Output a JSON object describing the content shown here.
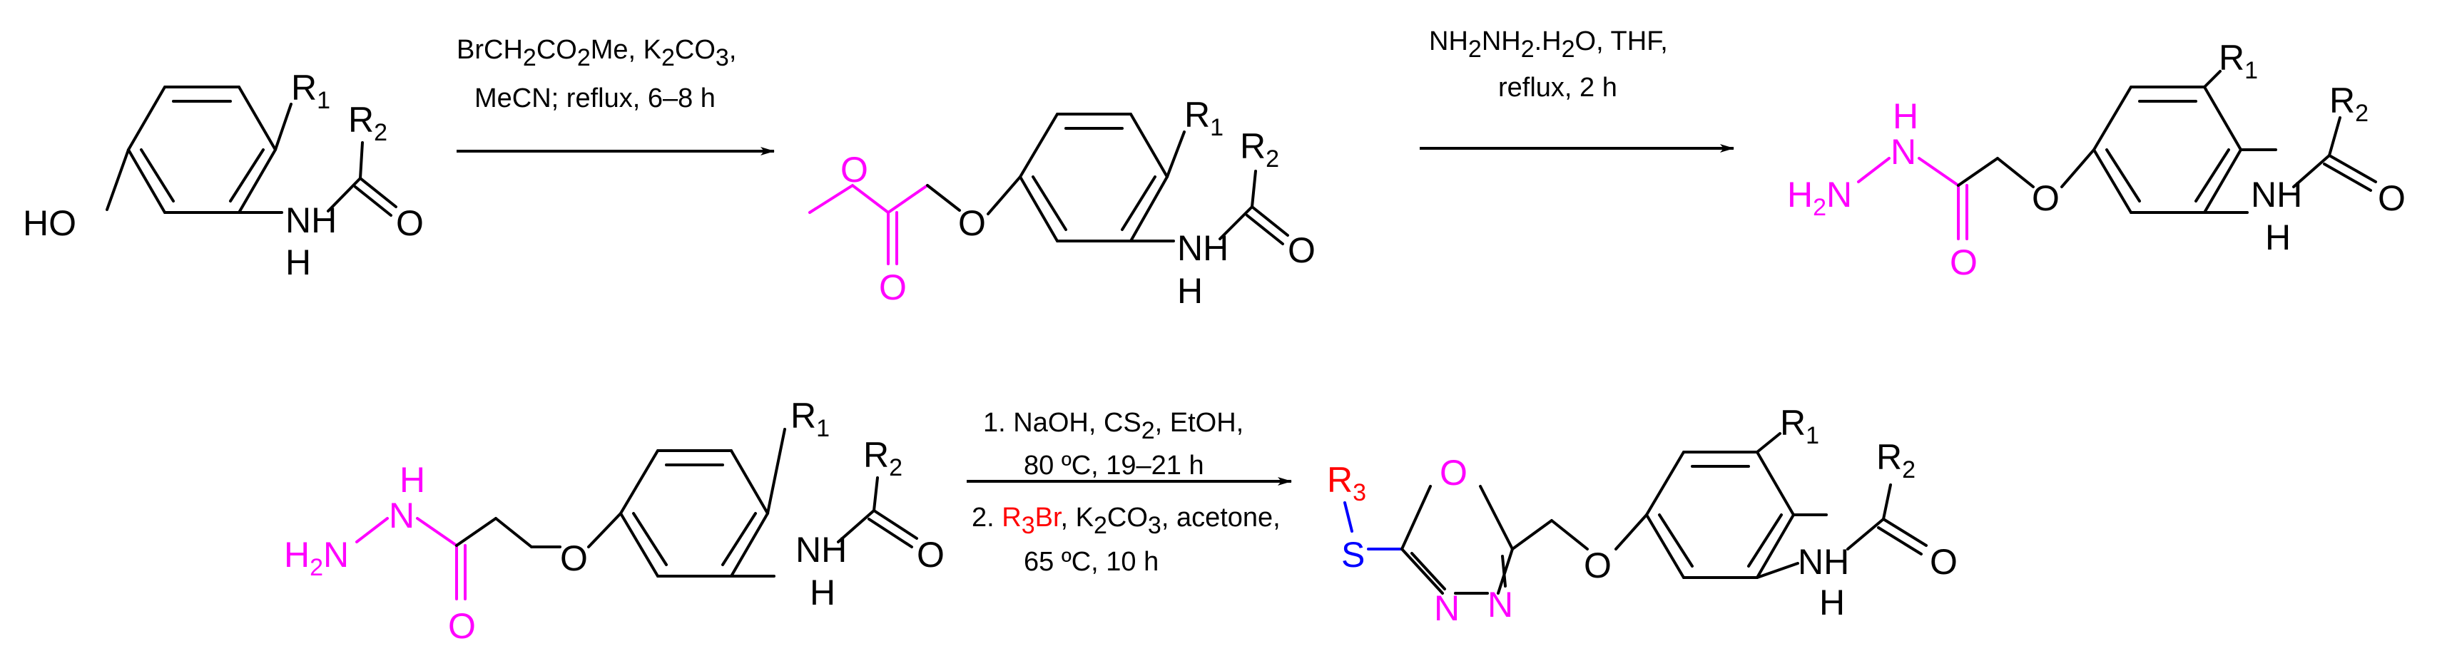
{
  "colors": {
    "black": "#000000",
    "magenta": "#ff00ff",
    "blue": "#0000ff",
    "red": "#ff0000"
  },
  "atoms": {
    "HO": "HO",
    "O": "O",
    "NH": "NH",
    "N": "N",
    "H": "H",
    "R": "R",
    "R1_sub": "1",
    "R2_sub": "2",
    "R3_sub": "3",
    "H2N_H": "H",
    "H2N_2": "2",
    "H2N_N": "N",
    "S": "S"
  },
  "conditions": {
    "step1_line1_a": "BrCH",
    "step1_line1_s1": "2",
    "step1_line1_b": "CO",
    "step1_line1_s2": "2",
    "step1_line1_c": "Me, K",
    "step1_line1_s3": "2",
    "step1_line1_d": "CO",
    "step1_line1_s4": "3",
    "step1_line1_e": ",",
    "step1_line2": "MeCN; reflux, 6–8 h",
    "step2_line1_a": "NH",
    "step2_line1_s1": "2",
    "step2_line1_b": "NH",
    "step2_line1_s2": "2",
    "step2_line1_c": ".H",
    "step2_line1_s3": "2",
    "step2_line1_d": "O, THF,",
    "step2_line2": "reflux, 2 h",
    "step3_line1_a": "1. NaOH, CS",
    "step3_line1_s1": "2",
    "step3_line1_b": ", EtOH,",
    "step3_line2": "80 ºC, 19–21 h",
    "step3_line3_a": "2. ",
    "step3_line3_r": "R",
    "step3_line3_rs": "3",
    "step3_line3_rb": "Br",
    "step3_line3_b": ", K",
    "step3_line3_s1": "2",
    "step3_line3_c": "CO",
    "step3_line3_s2": "3",
    "step3_line3_d": ", acetone,",
    "step3_line4": "65 ºC, 10 h"
  }
}
